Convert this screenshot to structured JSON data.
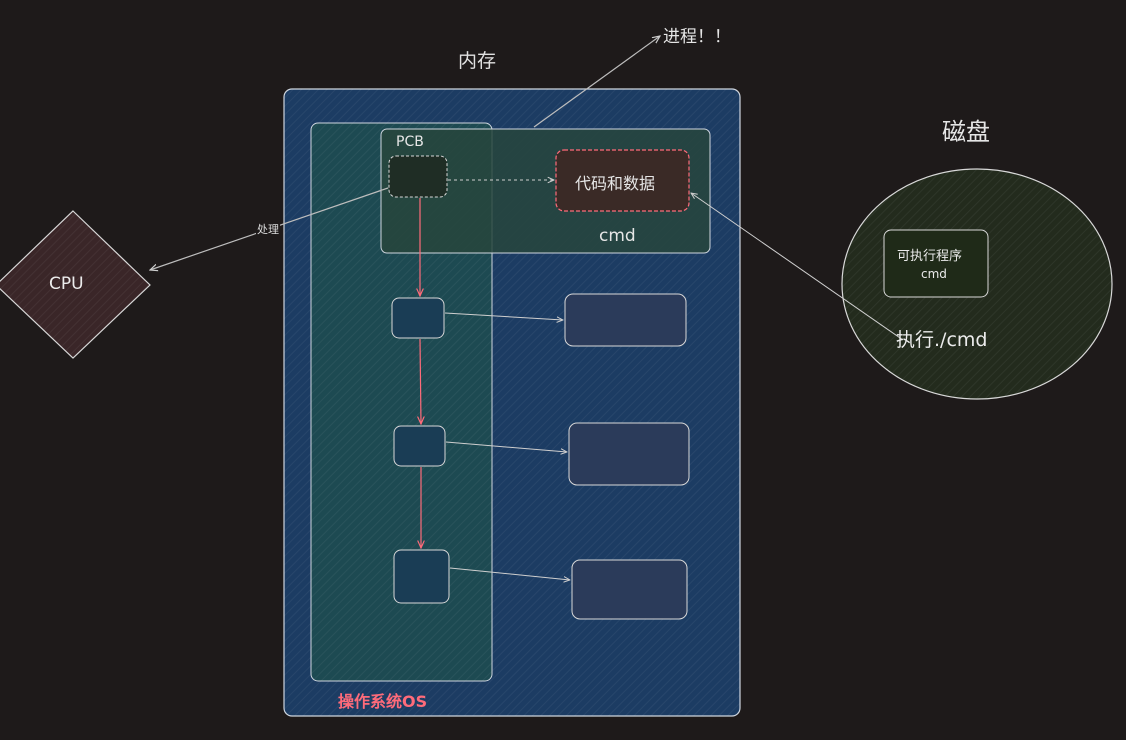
{
  "labels": {
    "memory": "内存",
    "process": "进程！！",
    "disk": "磁盘",
    "pcb": "PCB",
    "code_data": "代码和数据",
    "cmd": "cmd",
    "cpu": "CPU",
    "handle": "处理",
    "os": "操作系统OS",
    "executable": "可执行程序",
    "executable_cmd": "cmd",
    "execute": "执行./cmd"
  },
  "colors": {
    "background": "#1e1a1a",
    "memory_fill": "#1c3c63",
    "os_fill": "#1d4a52",
    "process_fill": "#27453c",
    "block_fill": "#2b3b5a",
    "disk_fill": "#232b1d",
    "cpu_fill": "#3a2628",
    "highlight": "#ff6b7a",
    "stroke": "#d8d8d8"
  }
}
